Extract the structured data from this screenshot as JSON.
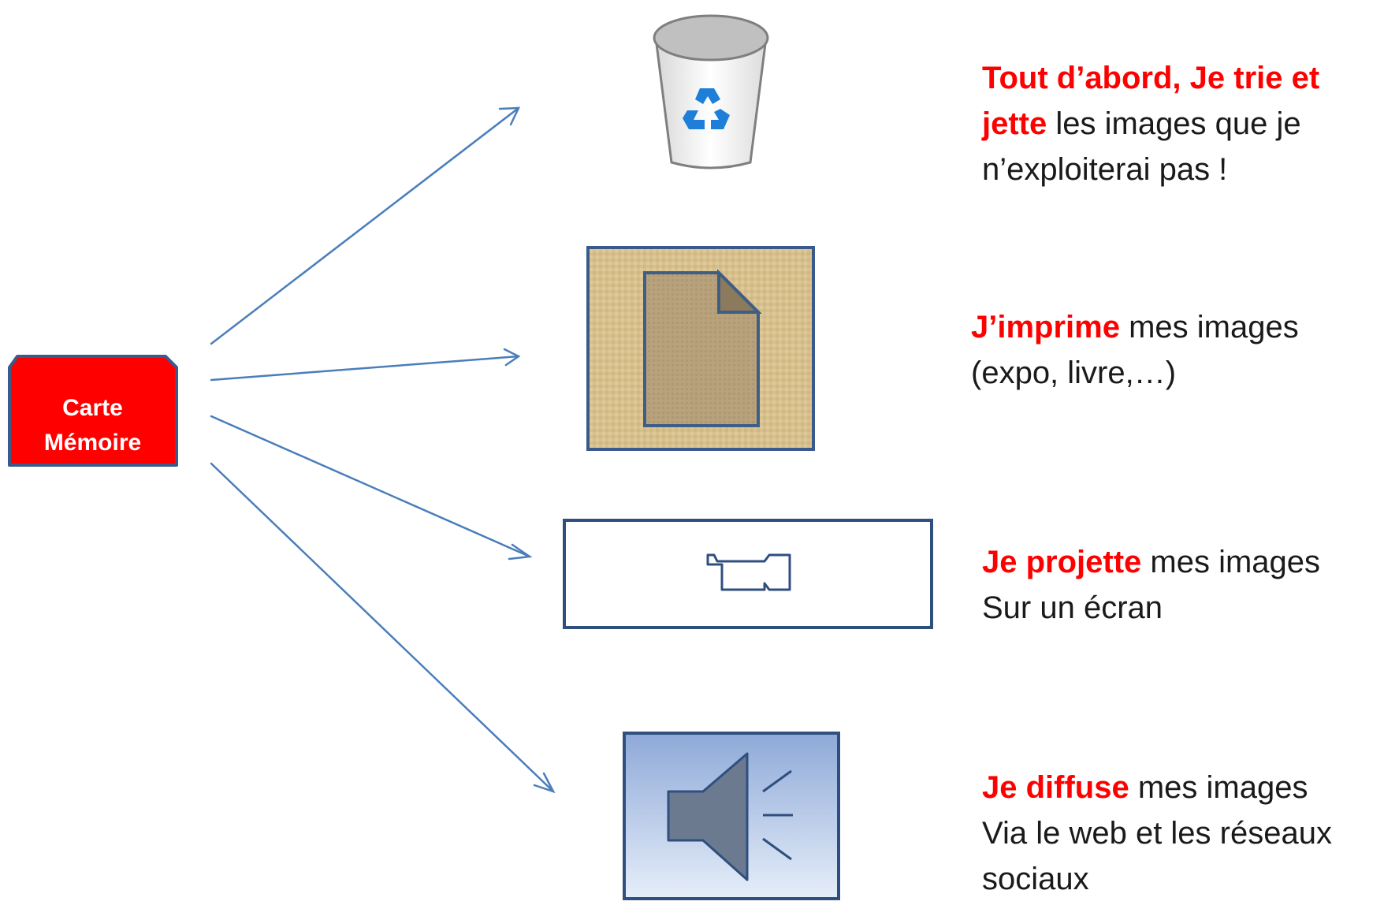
{
  "memory_card": {
    "line1": "Carte",
    "line2": "Mémoire",
    "fill": "#ff0000",
    "border": "#3a5a8c"
  },
  "colors": {
    "arrow": "#4a7ebb",
    "highlight": "#ff0000",
    "frame": "#2f4f7f"
  },
  "steps": [
    {
      "icon": "recycle-bin-icon",
      "highlight": "Tout d’abord, Je trie et",
      "highlight2": "jette",
      "rest": " les images que je",
      "line3": "n’exploiterai pas !"
    },
    {
      "icon": "document-icon",
      "highlight": "J’imprime",
      "rest": " mes images",
      "line2": "(expo, livre,…)"
    },
    {
      "icon": "video-camera-icon",
      "highlight": "Je projette",
      "rest": " mes images",
      "line2": "Sur un écran"
    },
    {
      "icon": "speaker-icon",
      "highlight": "Je diffuse",
      "rest": " mes images",
      "line2": "Via le web et les réseaux",
      "line3": "sociaux"
    }
  ]
}
